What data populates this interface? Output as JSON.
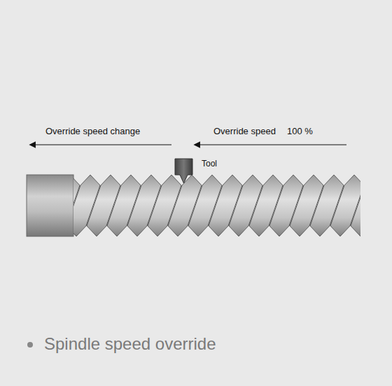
{
  "diagram": {
    "caption": "Spindle speed override",
    "labels": [
      "Override speed change",
      "Override speed",
      "100 %",
      "Tool"
    ]
  }
}
